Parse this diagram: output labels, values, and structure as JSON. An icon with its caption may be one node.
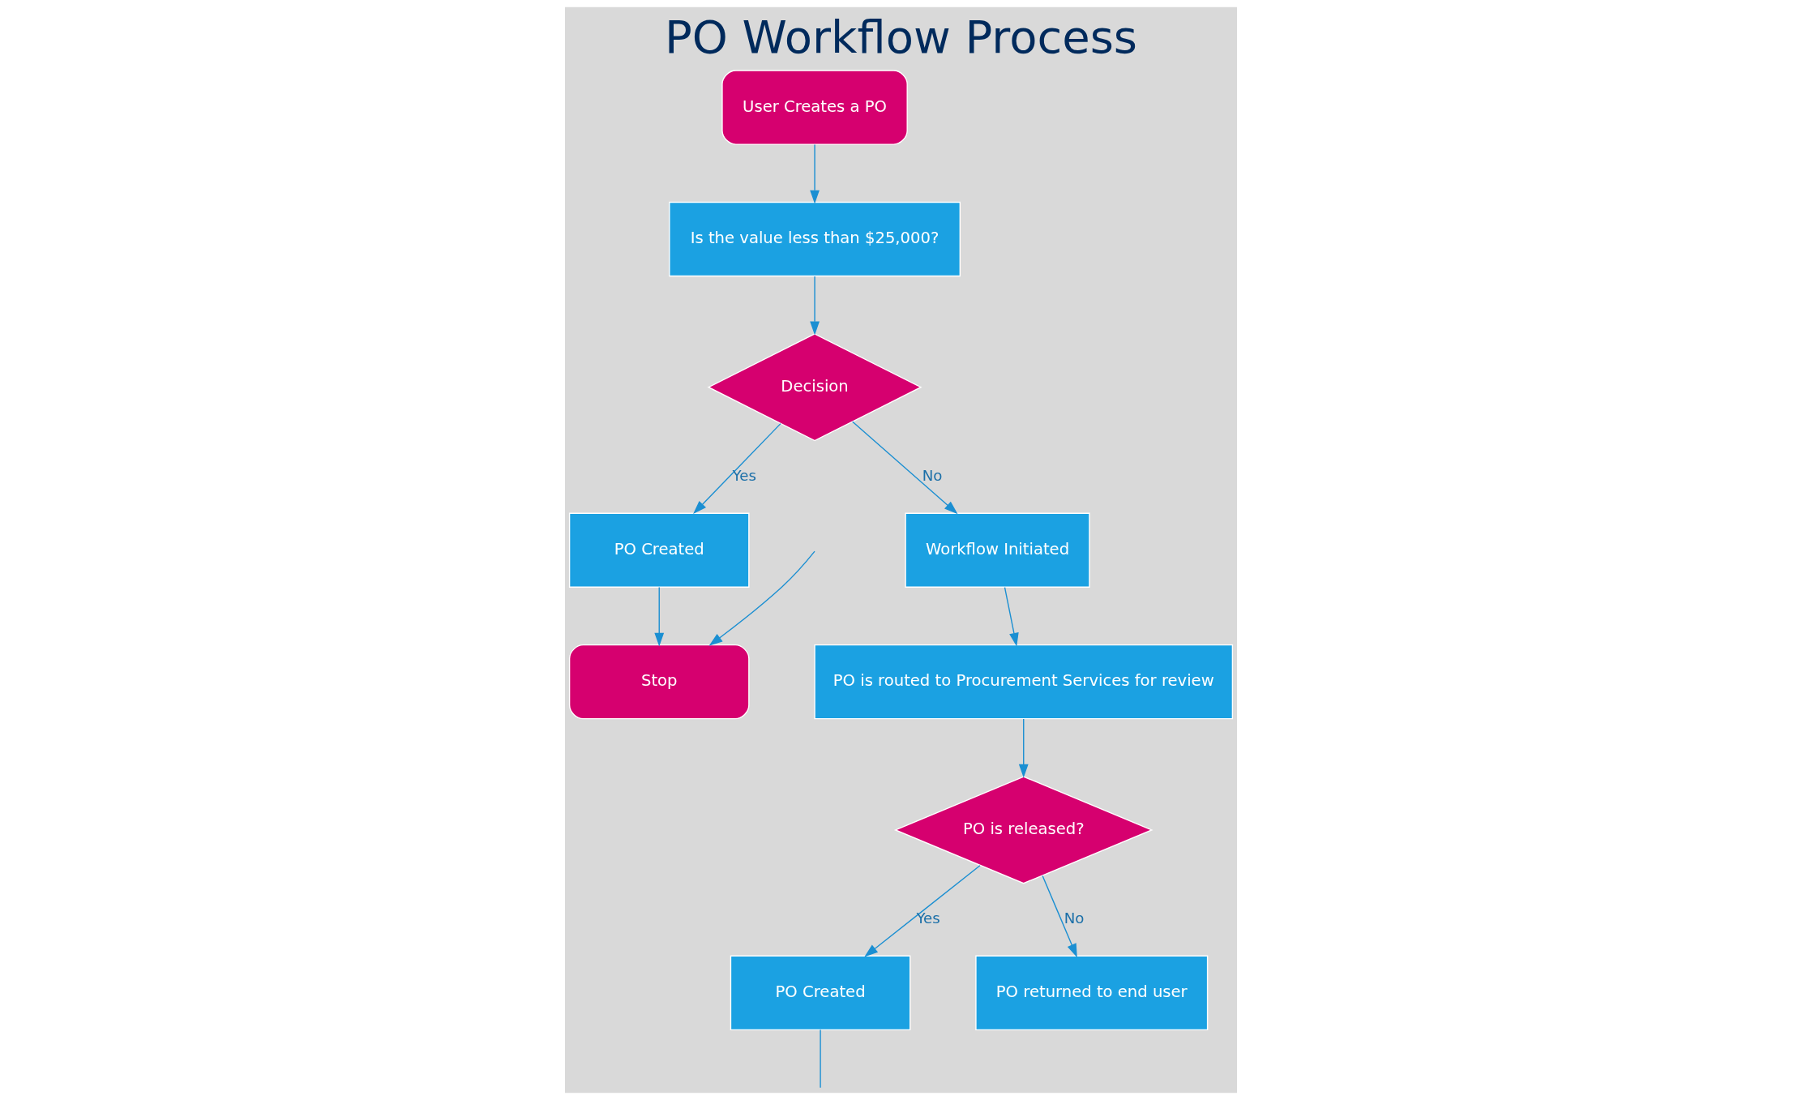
{
  "diagram": {
    "title": "PO Workflow Process",
    "nodes": [
      {
        "text": [
          "User Creates a PO"
        ]
      },
      {
        "text": [
          "Is the value less than $25,000?"
        ]
      },
      {
        "text": [
          "Decision"
        ]
      },
      {
        "text": [
          "PO Created"
        ]
      },
      {
        "text": [
          "Stop"
        ]
      },
      {
        "text": [
          "Workflow Initiated"
        ]
      },
      {
        "text": [
          "PO is routed to Procurement Services for review"
        ]
      },
      {
        "text": [
          "PO is released?"
        ]
      },
      {
        "text": [
          "PO Created"
        ]
      },
      {
        "text": [
          "PO returned to end user"
        ]
      }
    ],
    "edges": [
      {
        "from": 0,
        "to": 1,
        "arrow": "to"
      },
      {
        "from": 1,
        "to": 2,
        "arrow": "to"
      },
      {
        "from": 2,
        "to": 3,
        "label": "Yes",
        "arrow": "to"
      },
      {
        "from": 2,
        "to": 5,
        "label": "No",
        "arrow": "to"
      },
      {
        "from": 3,
        "to": 4,
        "arrow": "to"
      },
      {
        "from": 5,
        "to": 6,
        "arrow": "to"
      },
      {
        "from": 6,
        "to": 7,
        "arrow": "to"
      },
      {
        "from": 7,
        "to": 8,
        "label": "Yes",
        "arrow": "to"
      },
      {
        "from": 7,
        "to": 9,
        "label": "No",
        "arrow": "to"
      },
      {
        "from": null,
        "to": 4,
        "arrow": "to"
      },
      {
        "from": 8,
        "to": null,
        "arrow": "none"
      }
    ]
  }
}
